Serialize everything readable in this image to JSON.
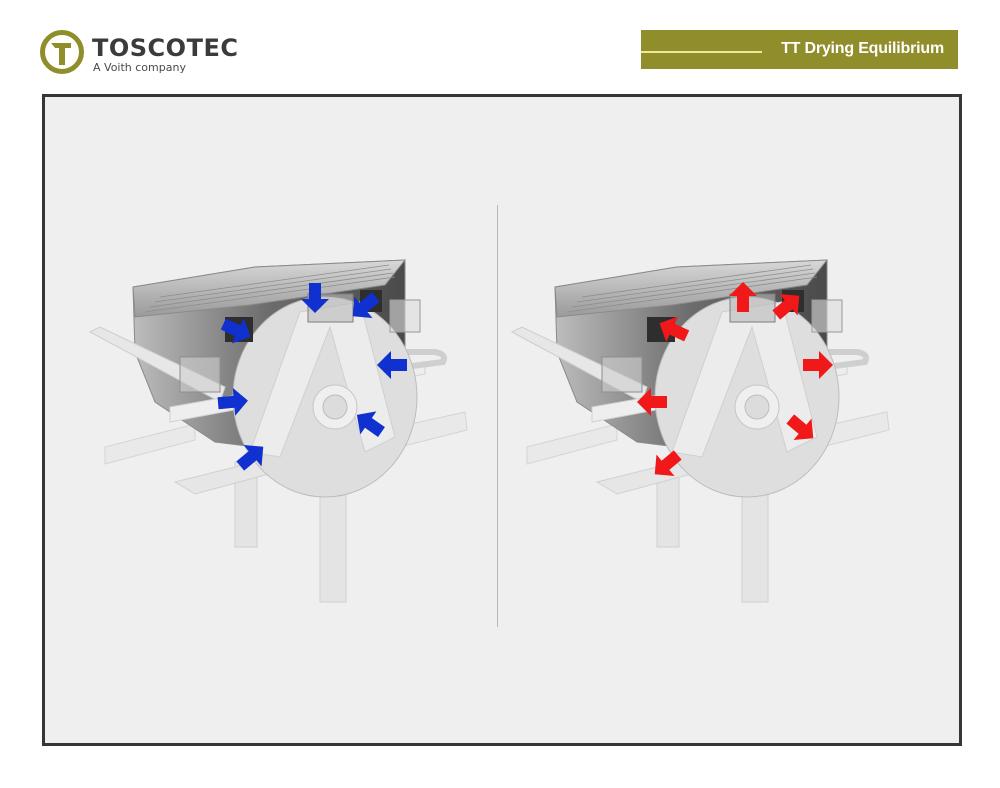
{
  "header": {
    "logo": {
      "name": "TOSCOTEC",
      "subtitle": "A Voith company",
      "icon": "toscotec-logo-icon",
      "color": "#8f8e2a"
    },
    "banner": {
      "title": "TT Drying Equilibrium",
      "background": "#8f8e2a",
      "line_color": "#efe89a"
    }
  },
  "figure": {
    "frame_border": "#353637",
    "background": "#efefef",
    "panels": [
      {
        "id": "left",
        "subject": "Yankee hood machine rendering",
        "arrow_color": "#1030d0",
        "arrow_direction": "inward",
        "arrow_count": 7,
        "icon": "air-inflow-arrow-icon"
      },
      {
        "id": "right",
        "subject": "Yankee hood machine rendering",
        "arrow_color": "#f01818",
        "arrow_direction": "outward",
        "arrow_count": 7,
        "icon": "air-outflow-arrow-icon"
      }
    ]
  }
}
